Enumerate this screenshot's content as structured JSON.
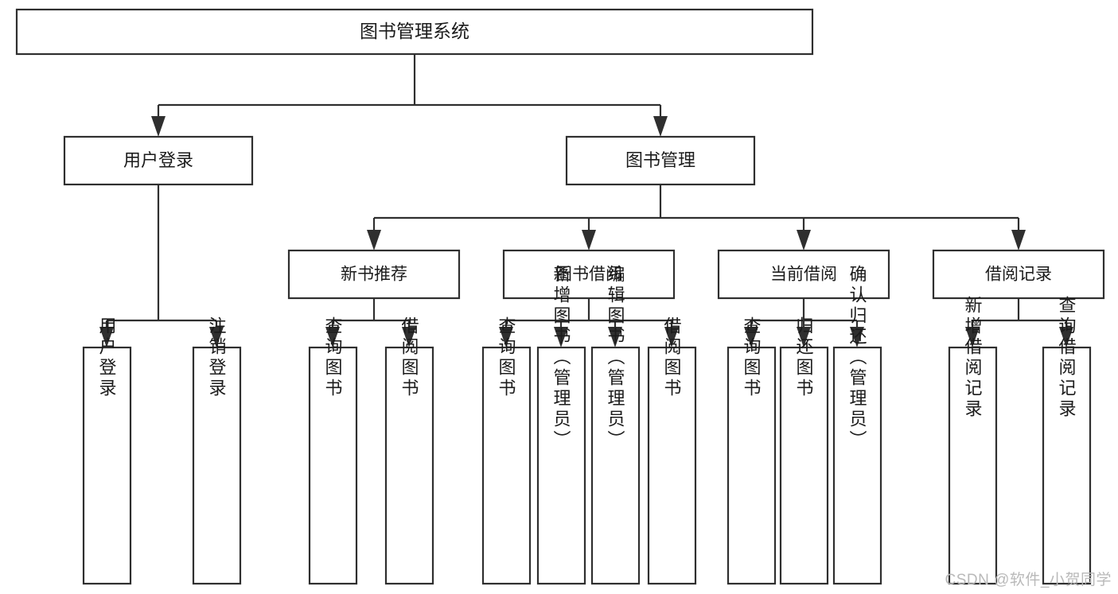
{
  "diagram": {
    "type": "tree-flowchart",
    "title": "图书管理系统",
    "watermark": "CSDN @软件_小贺同学",
    "colors": {
      "stroke": "#2f2f2f",
      "fill": "#ffffff",
      "text": "#1b1b1b",
      "watermark": "#b9b9b9"
    },
    "levels": {
      "root": {
        "label": "图书管理系统"
      },
      "level2": [
        {
          "label": "用户登录"
        },
        {
          "label": "图书管理"
        }
      ],
      "level3": [
        {
          "label": "新书推荐"
        },
        {
          "label": "图书借阅"
        },
        {
          "label": "当前借阅"
        },
        {
          "label": "借阅记录"
        }
      ],
      "leaves": {
        "user_login": [
          {
            "label": "用户登录"
          },
          {
            "label": "注销登录"
          }
        ],
        "new_book_recommend": [
          {
            "label": "查询图书"
          },
          {
            "label": "借阅图书"
          }
        ],
        "book_borrow": [
          {
            "label": "查询图书"
          },
          {
            "label": "新增图书（管理员）"
          },
          {
            "label": "编辑图书（管理员）"
          },
          {
            "label": "借阅图书"
          }
        ],
        "current_borrow": [
          {
            "label": "查询图书"
          },
          {
            "label": "归还图书"
          },
          {
            "label": "确认归还（管理员）"
          }
        ],
        "borrow_record": [
          {
            "label": "新增借阅记录"
          },
          {
            "label": "查询借阅记录"
          }
        ]
      }
    }
  }
}
